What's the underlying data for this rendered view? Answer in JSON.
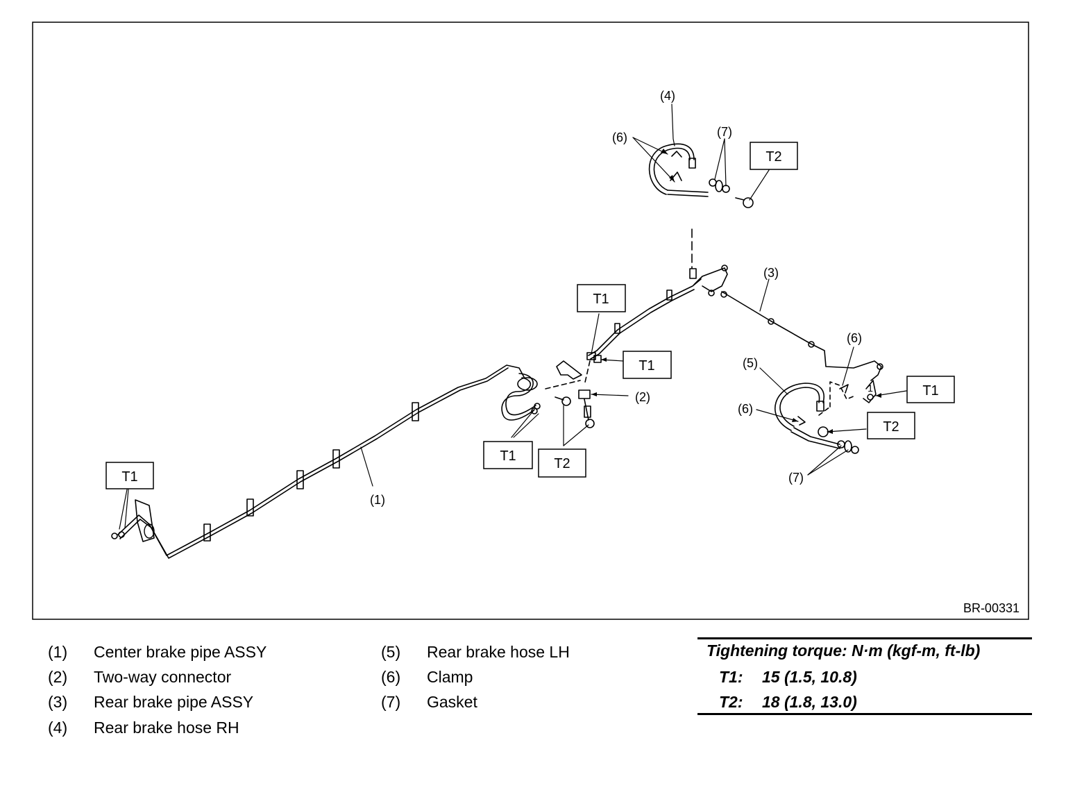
{
  "figure": {
    "code": "BR-00331",
    "callouts": {
      "c1": "(1)",
      "c2": "(2)",
      "c3": "(3)",
      "c4": "(4)",
      "c5": "(5)",
      "c6a": "(6)",
      "c6b": "(6)",
      "c6c": "(6)",
      "c7a": "(7)",
      "c7b": "(7)"
    },
    "torque_boxes": {
      "b1": "T1",
      "b2": "T1",
      "b3": "T1",
      "b4": "T1",
      "b5": "T1",
      "b6": "T2",
      "b7": "T2",
      "b8": "T2"
    },
    "small_mark": "1"
  },
  "legend": {
    "items": [
      {
        "num": "(1)",
        "text": "Center brake pipe ASSY"
      },
      {
        "num": "(2)",
        "text": "Two-way connector"
      },
      {
        "num": "(3)",
        "text": "Rear brake pipe ASSY"
      },
      {
        "num": "(4)",
        "text": "Rear brake hose RH"
      },
      {
        "num": "(5)",
        "text": "Rear brake hose LH"
      },
      {
        "num": "(6)",
        "text": "Clamp"
      },
      {
        "num": "(7)",
        "text": "Gasket"
      }
    ]
  },
  "torque": {
    "title": "Tightening torque: N·m (kgf-m, ft-lb)",
    "rows": [
      {
        "key": "T1:",
        "value": "15 (1.5, 10.8)"
      },
      {
        "key": "T2:",
        "value": "18 (1.8, 13.0)"
      }
    ]
  }
}
